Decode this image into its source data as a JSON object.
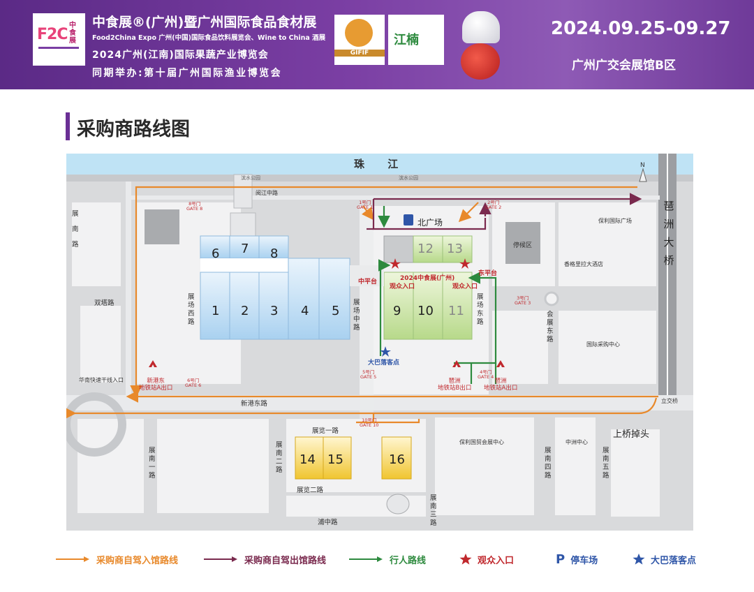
{
  "header": {
    "logo_text": "F2C",
    "logo_side_text": "中食展",
    "title": "中食展®(广州)暨广州国际食品食材展",
    "subtitle_en": "Food2China Expo 广州(中国)国际食品饮料展览会、Wine to China 酒展",
    "subtitle_2": "2024广州(江南)国际果蔬产业博览会",
    "subtitle_3": "同期举办:第十届广州国际渔业博览会",
    "gifif_label": "GIFIF",
    "jiangnan_label": "江楠",
    "date": "2024.09.25-09.27",
    "venue": "广州广交会展馆B区"
  },
  "section_title": "采购商路线图",
  "map": {
    "river": "珠 江",
    "north": "N",
    "halls": [
      "1",
      "2",
      "3",
      "4",
      "5",
      "6",
      "7",
      "8",
      "9",
      "10",
      "11",
      "12",
      "13",
      "14",
      "15",
      "16"
    ],
    "labels": {
      "north_plaza": "北广场",
      "mid_platform": "中平台",
      "east_platform": "东平台",
      "event_entrance": "2024中食展(广州)",
      "visitor_entrance": "观众入口",
      "visitor_entrance_2": "观众入口",
      "bus_stop": "大巴落客点",
      "parking_area": "停候区",
      "baoli_plaza": "保利国际广场",
      "hotel": "香格里拉大酒店",
      "procurement_center": "国际采购中心",
      "baoli_expo": "保利国贸会展中心",
      "zhongzhou": "中洲中心",
      "upper_bridge": "上桥掉头",
      "interchange": "立交桥",
      "bridge": "琶洲大桥",
      "expressway_entry": "华南快速干线入口",
      "yuejiang": "阅江中路",
      "binshui_1": "滨水公园",
      "binshui_2": "滨水公园"
    },
    "roads": {
      "shuangta": "双塔路",
      "zhanxi": "展场西路",
      "zhanzhong": "展场中路",
      "zhandong": "展场东路",
      "huizhandong": "会展东路",
      "xingangdong": "新港东路",
      "zhanlan1": "展览一路",
      "zhanlan2": "展览二路",
      "zhannan1": "展南一路",
      "zhannan2": "展南二路",
      "zhannan3": "展南三路",
      "zhannan4": "展南四路",
      "zhannan5": "展南五路",
      "pudong": "浦中路",
      "zhannan_left": "展南路"
    },
    "gates": [
      {
        "no": "1号门",
        "en": "GATE 1"
      },
      {
        "no": "2号门",
        "en": "GATE 2"
      },
      {
        "no": "3号门",
        "en": "GATE 3"
      },
      {
        "no": "4号门",
        "en": "GATE 4"
      },
      {
        "no": "5号门",
        "en": "GATE 5"
      },
      {
        "no": "6号门",
        "en": "GATE 6"
      },
      {
        "no": "8号门",
        "en": "GATE 8"
      },
      {
        "no": "10号门",
        "en": "GATE 10"
      }
    ],
    "metro": {
      "xingangdong_a": "新港东\n地铁站A出口",
      "pazhou_b": "琶洲\n地铁站B出口",
      "pazhou_a": "琶洲\n地铁站A出口"
    }
  },
  "legend": {
    "drive_in": "采购商自驾入馆路线",
    "drive_out": "采购商自驾出馆路线",
    "walk": "行人路线",
    "entrance": "观众入口",
    "parking": "停车场",
    "bus": "大巴落客点"
  },
  "colors": {
    "header_purple": "#6a2f95",
    "drive_in": "#e8892b",
    "drive_out": "#7a2a4e",
    "walk": "#2d8a3e",
    "entrance_star": "#c0282d",
    "bus_star": "#2f56a8",
    "river": "#bfe3f5",
    "hall_blue": "#cfe6f7",
    "hall_green": "#cfe5a6",
    "hall_yellow": "#f4d24a"
  }
}
